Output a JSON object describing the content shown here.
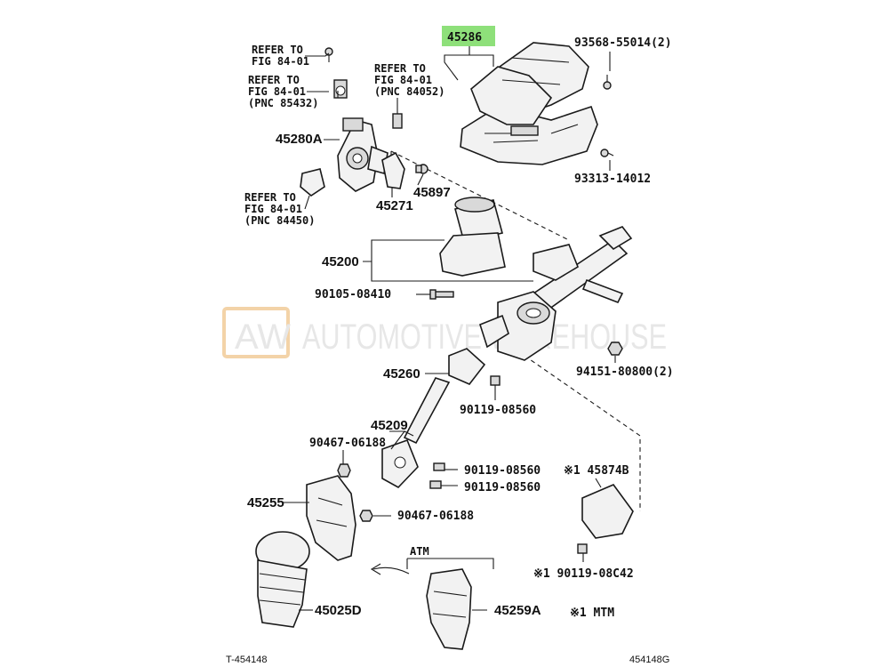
{
  "highlight_color": "#8ee07a",
  "watermark": {
    "logo": "AW",
    "text": "AUTOMOTIVE WAREHOUSE"
  },
  "labels": {
    "ref1_line1": "REFER TO",
    "ref1_line2": "FIG 84-01",
    "ref2_line1": "REFER TO",
    "ref2_line2": "FIG 84-01",
    "ref2_line3": "(PNC 85432)",
    "ref3_line1": "REFER TO",
    "ref3_line2": "FIG 84-01",
    "ref3_line3": "(PNC 84052)",
    "ref4_line1": "REFER TO",
    "ref4_line2": "FIG 84-01",
    "ref4_line3": "(PNC 84450)",
    "p45286": "45286",
    "p93568": "93568-55014(2)",
    "p93313": "93313-14012",
    "p45280A": "45280A",
    "p45897": "45897",
    "p45271": "45271",
    "p45200": "45200",
    "p90105": "90105-08410",
    "p94151": "94151-80800(2)",
    "p45260": "45260",
    "p90119a": "90119-08560",
    "p45209": "45209",
    "p90467a": "90467-06188",
    "p90119b": "90119-08560",
    "p90119c": "90119-08560",
    "p45874B": "※1 45874B",
    "p45255": "45255",
    "p90467b": "90467-06188",
    "atm": "ATM",
    "p90119d": "※1 90119-08C42",
    "p45025D": "45025D",
    "p45259A": "45259A",
    "note_mtm": "※1 MTM",
    "footer_left": "T-454148",
    "footer_right": "454148G"
  }
}
